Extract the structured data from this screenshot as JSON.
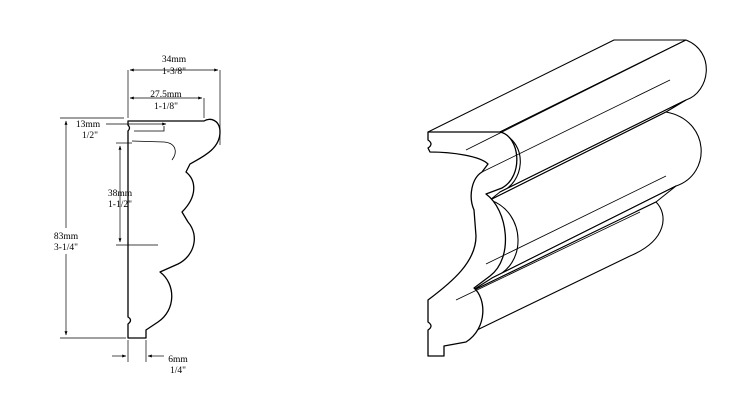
{
  "dimensions": {
    "overall_width": {
      "metric": "34mm",
      "imperial": "1-3/8\""
    },
    "inner_width": {
      "metric": "27.5mm",
      "imperial": "1-1/8\""
    },
    "top_bead": {
      "metric": "13mm",
      "imperial": "1/2\""
    },
    "middle_section": {
      "metric": "38mm",
      "imperial": "1-1/2\""
    },
    "overall_height": {
      "metric": "83mm",
      "imperial": "3-1/4\""
    },
    "base_flat": {
      "metric": "6mm",
      "imperial": "1/4\""
    }
  }
}
